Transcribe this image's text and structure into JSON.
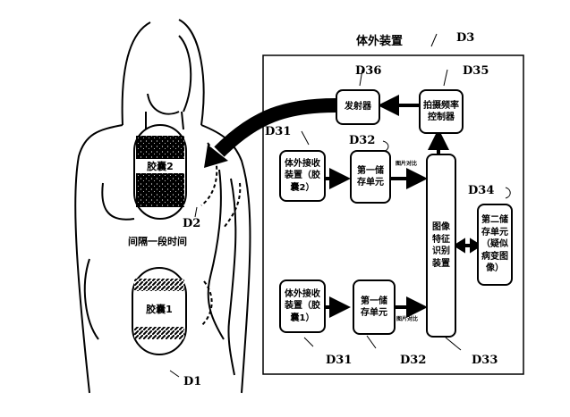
{
  "title": "体外装置",
  "labels": {
    "d3": "D3",
    "d36": "D36",
    "d35": "D35",
    "d31_top": "D31",
    "d32_top": "D32",
    "d34": "D34",
    "d31_bottom": "D31",
    "d32_bottom": "D32",
    "d33": "D33",
    "d2": "D2",
    "d1": "D1"
  },
  "boxes": {
    "transmitter": "发射器",
    "frequency_controller": "拍摄频率控制器",
    "receiver_top": "体外接收装置（胶囊2）",
    "first_storage_top": "第一储存单元",
    "recognition": "图像特征识别装置",
    "second_storage": "第二储存单元（疑似病变图像）",
    "receiver_bottom": "体外接收装置（胶囊1）",
    "first_storage_bottom": "第一储存单元"
  },
  "arrow_labels": {
    "compare_top": "图片对比",
    "compare_bottom": "图片对比"
  },
  "body": {
    "capsule2": "胶囊2",
    "capsule1": "胶囊1",
    "interval": "间隔一段时间"
  }
}
